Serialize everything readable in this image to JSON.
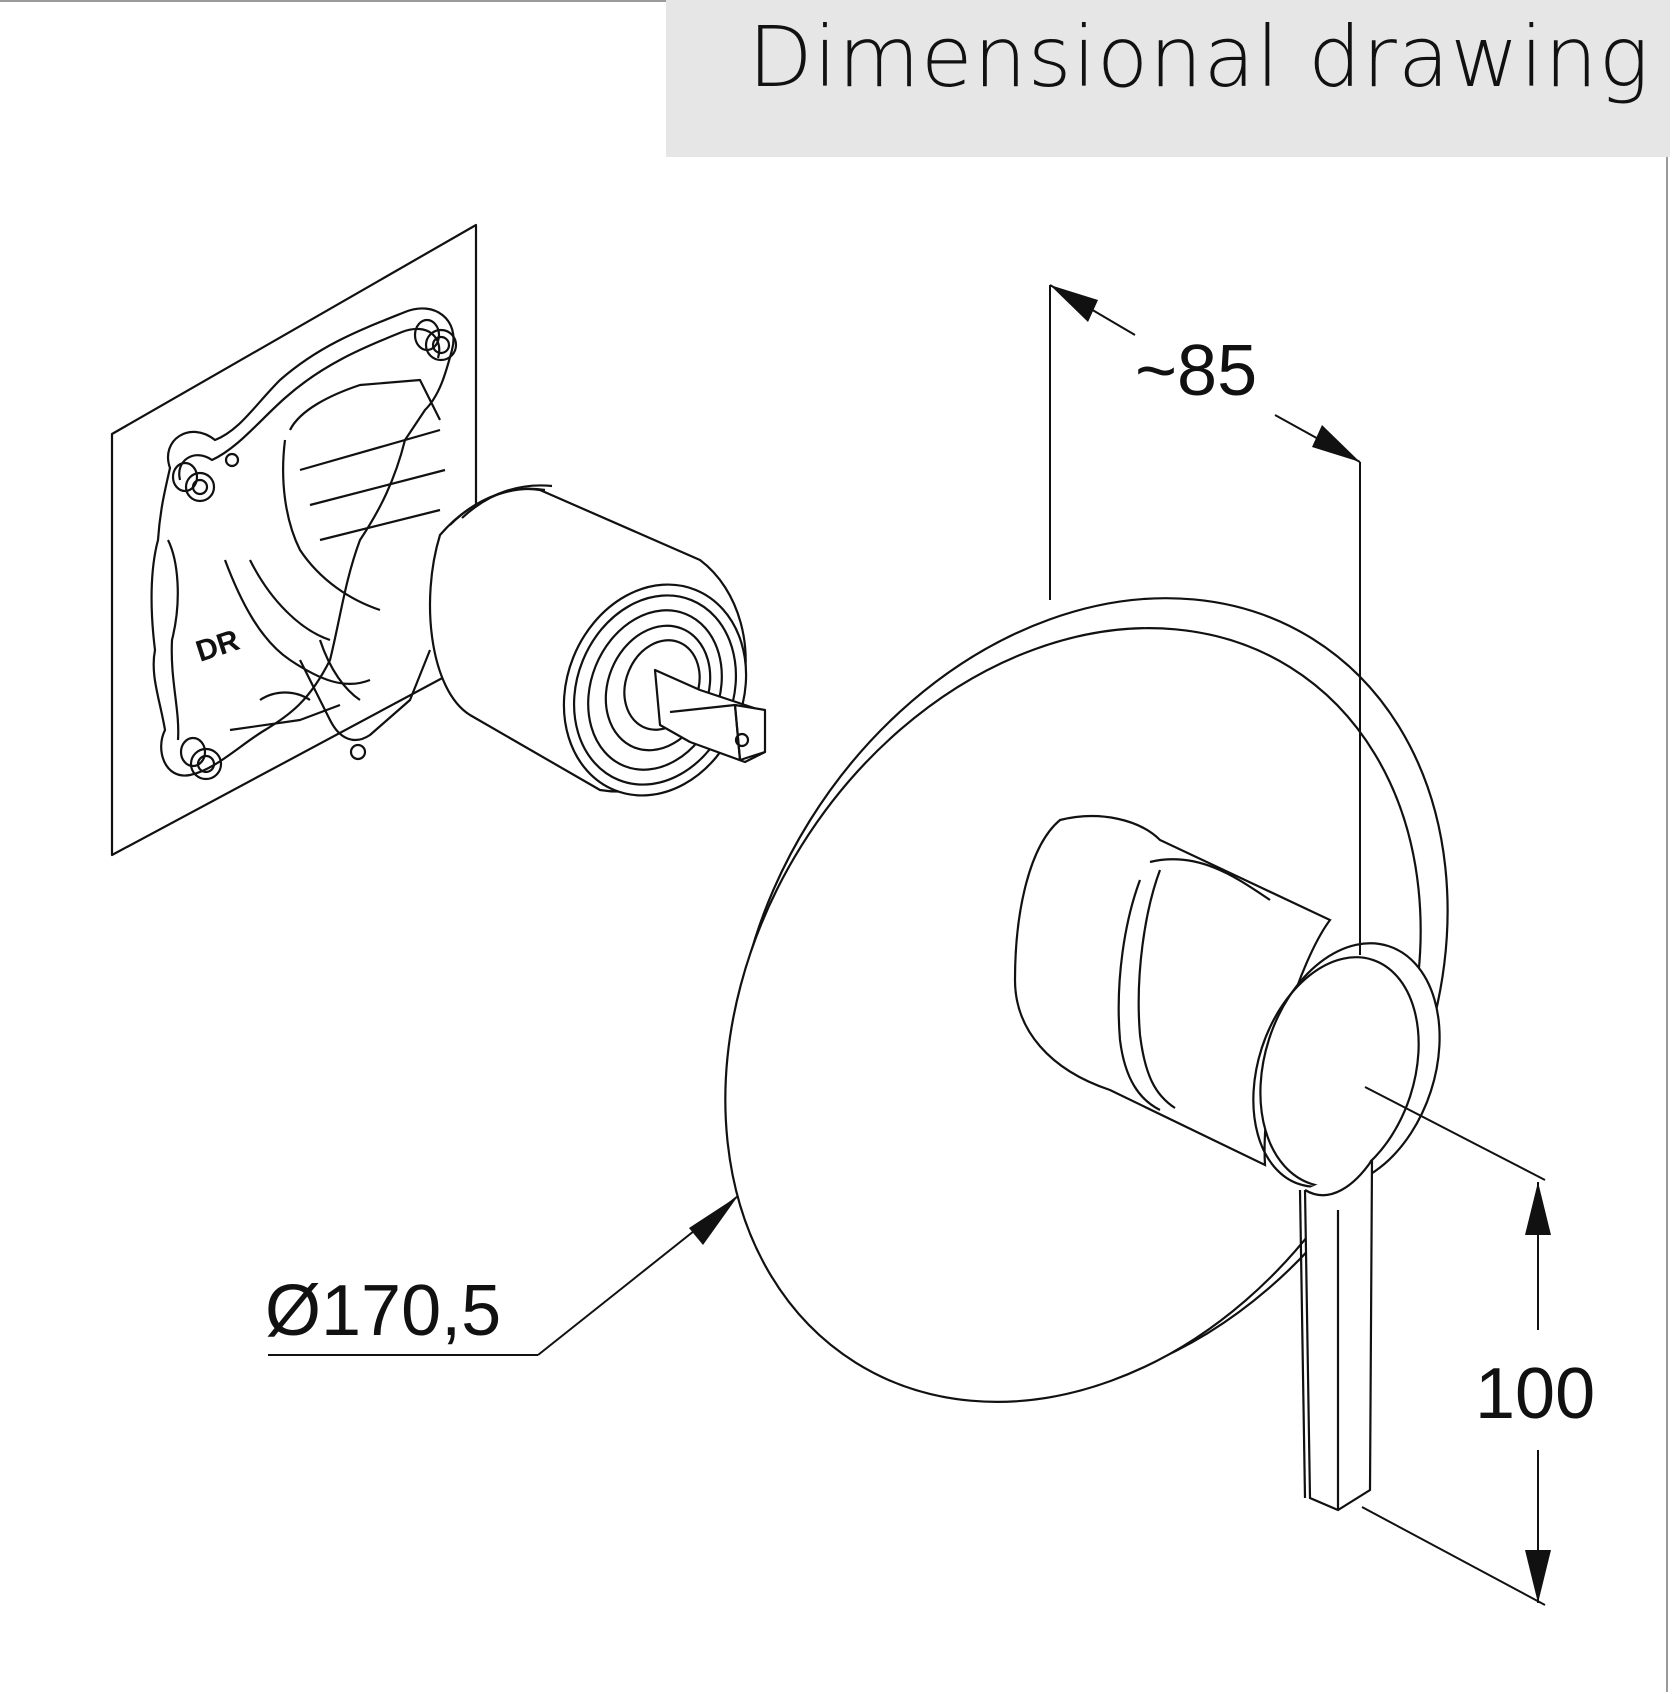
{
  "title": "Dimensional drawing",
  "dimensions": {
    "depth": "~85",
    "diameter": "Ø170,5",
    "height": "100"
  },
  "part_marking": "DR"
}
